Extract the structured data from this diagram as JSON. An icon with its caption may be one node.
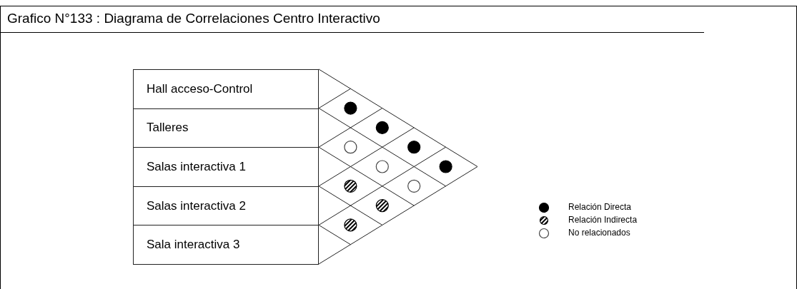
{
  "diagram": {
    "title": "Grafico N°133 : Diagrama de Correlaciones Centro Interactivo",
    "nodes": [
      {
        "text": [
          "Hall acceso-Control"
        ]
      },
      {
        "text": [
          "Talleres"
        ]
      },
      {
        "text": [
          "Salas interactiva 1"
        ]
      },
      {
        "text": [
          "Salas interactiva 2"
        ]
      },
      {
        "text": [
          "Sala interactiva 3"
        ]
      }
    ],
    "edges": [],
    "legend": [
      {
        "text": "Relación Directa"
      },
      {
        "text": "Relación Indirecta"
      },
      {
        "text": "No relacionados"
      }
    ]
  }
}
